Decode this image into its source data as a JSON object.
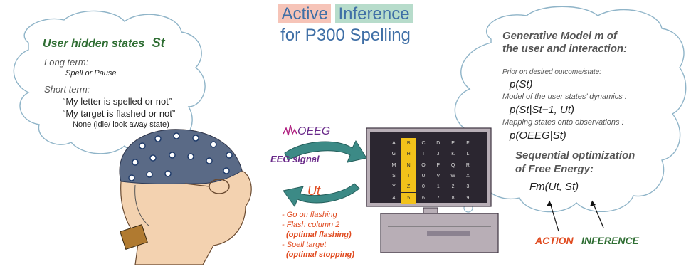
{
  "title": {
    "word1": "Active",
    "word2": "Inference",
    "line2": "for P300 Spelling"
  },
  "user_bubble": {
    "heading": "User hidden states",
    "heading_symbol": "St",
    "long_term_label": "Long term:",
    "long_term_value": "Spell or Pause",
    "short_term_label": "Short term:",
    "items": [
      "“My letter is spelled or not”",
      "“My target is flashed or not”",
      "None (idle/ look away state)"
    ]
  },
  "middle": {
    "obs_symbol": "OEEG",
    "eeg_label": "EEG signal",
    "action_symbol": "Ut",
    "actions": [
      "- Go on flashing",
      "- Flash column 2",
      "(optimal flashing)",
      "- Spell target",
      "(optimal stopping)"
    ]
  },
  "model_bubble": {
    "heading_line1": "Generative Model m of",
    "heading_line2": "the user and interaction:",
    "prior_label": "Prior on desired outcome/state:",
    "prior_formula": "p(St)",
    "dynamics_label": "Model of the user states’ dynamics :",
    "dynamics_formula": "p(St|St−1, Ut)",
    "mapping_label": "Mapping states onto observations :",
    "mapping_formula": "p(OEEG|St)",
    "seq_line1": "Sequential optimization",
    "seq_line2": "of Free Energy:",
    "fe_formula": "Fm(Ut, St)",
    "action_label": "ACTION",
    "inference_label": "INFERENCE"
  },
  "speller_grid": [
    [
      "A",
      "B",
      "C",
      "D",
      "E",
      "F"
    ],
    [
      "G",
      "H",
      "I",
      "J",
      "K",
      "L"
    ],
    [
      "M",
      "N",
      "O",
      "P",
      "Q",
      "R"
    ],
    [
      "S",
      "T",
      "U",
      "V",
      "W",
      "X"
    ],
    [
      "Y",
      "Z",
      "0",
      "1",
      "2",
      "3"
    ],
    [
      "4",
      "5",
      "6",
      "7",
      "8",
      "9"
    ]
  ],
  "colors": {
    "highlight_column": "#f2c21a",
    "title_blue": "#3f6fa6",
    "green": "#2f6e33",
    "red": "#e04a1f",
    "arrow_teal": "#3c8a86"
  }
}
